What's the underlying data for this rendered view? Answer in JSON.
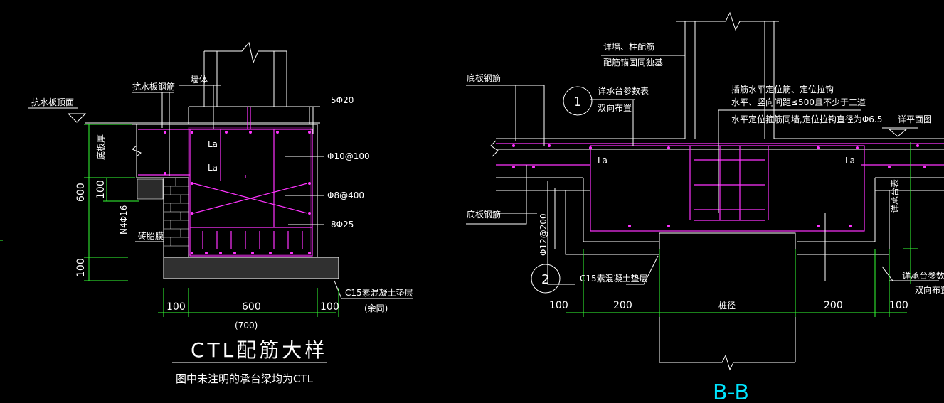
{
  "left_detail": {
    "title": "CTL配筋大样",
    "note": "图中未注明的承台梁均为CTL",
    "labels": {
      "waterproof_top": "抗水板顶面",
      "waterproof_rebar": "抗水板钢筋",
      "wall": "墙体",
      "top_bar": "5Φ20",
      "stirrup": "Φ10@100",
      "tie": "Φ8@400",
      "bottom_bar": "8Φ25",
      "side_bar": "N4Φ16",
      "brick": "砖胎膜",
      "cushion": "C15素混凝土垫层",
      "cushion_note": "(余同)",
      "la1": "La",
      "la2": "La",
      "plate_thickness": "底板厚"
    },
    "dims": {
      "h_600": "600",
      "h_100a": "100",
      "h_100b": "100",
      "w_100a": "100",
      "w_600": "600",
      "w_100b": "100",
      "w_700": "(700)"
    }
  },
  "right_detail": {
    "title": "B-B",
    "labels": {
      "wall_rebar": "详墙、柱配筋",
      "anchor": "配筋锚固同独基",
      "bottom_rebar_top": "底板钢筋",
      "cap_table": "详承台参数表",
      "two_way": "双向布置",
      "insert_bar_1": "插筋水平定位筋、定位拉钩",
      "insert_bar_2": "水平、竖向间距≤500且不少于三道",
      "insert_bar_3": "水平定位箍筋同墙,定位拉钩直径为Φ6.5",
      "see_plan": "详平面图",
      "la_left": "La",
      "la_right": "La",
      "bottom_rebar_side": "底板钢筋",
      "stirrup": "Φ12@200",
      "cushion": "C15素混凝土垫层",
      "cap_table_2": "详承台参数表",
      "two_way_2": "双向布置",
      "see_cap": "详承台表",
      "pile_dia": "桩径",
      "circle_1": "1",
      "circle_2": "2"
    },
    "dims": {
      "d_100a": "100",
      "d_200a": "200",
      "d_200b": "200",
      "d_100b": "100"
    }
  }
}
